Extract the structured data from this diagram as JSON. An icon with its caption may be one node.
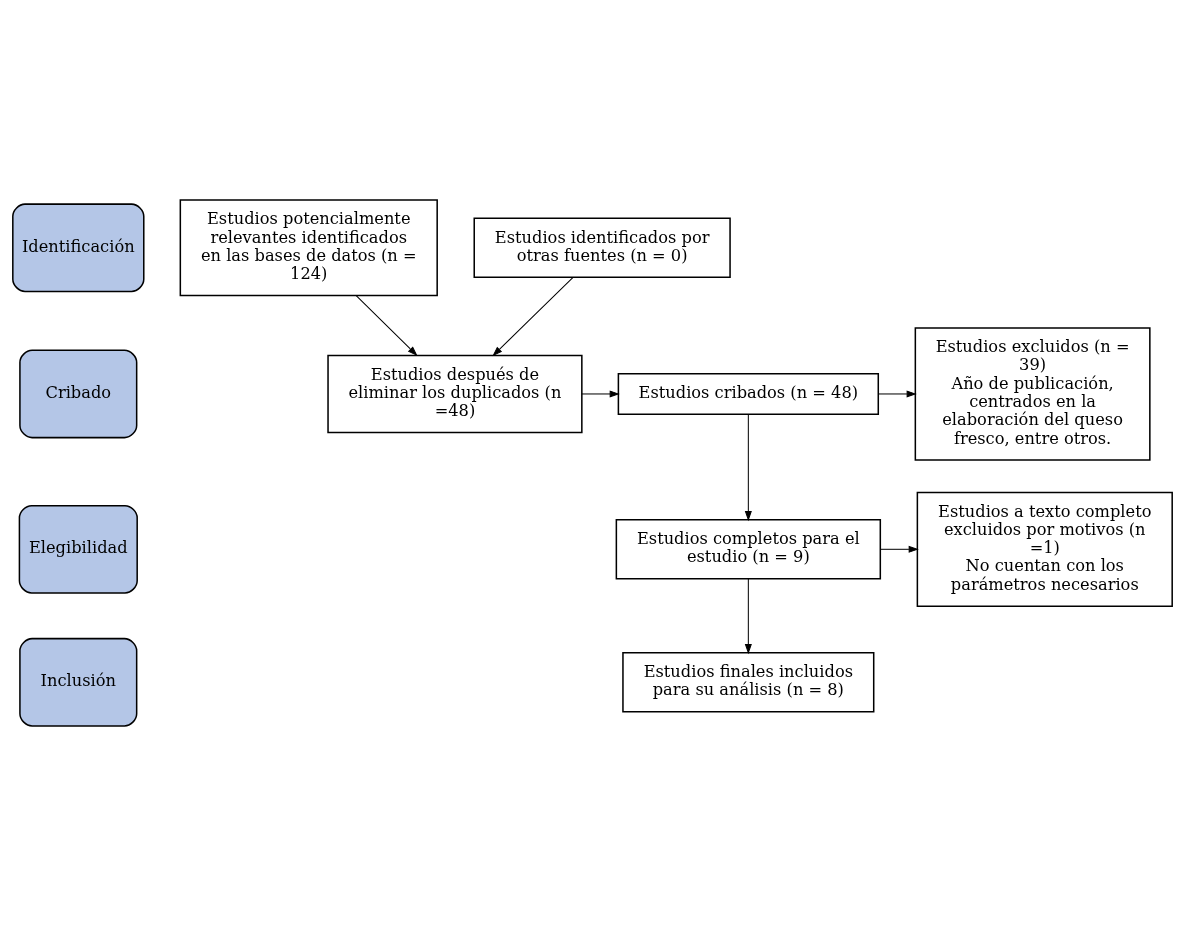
{
  "diagram": {
    "nodes": [
      {
        "text": [
          "Identificación"
        ]
      },
      {
        "text": [
          "Cribado"
        ]
      },
      {
        "text": [
          "Elegibilidad"
        ]
      },
      {
        "text": [
          "Inclusión"
        ]
      },
      {
        "text": [
          "Estudios potencialmente relevantes identificados en las bases de datos (n = 124)"
        ]
      },
      {
        "text": [
          "Estudios identificados por otras fuentes (n = 0)"
        ]
      },
      {
        "text": [
          "Estudios después de eliminar los duplicados (n =48)"
        ]
      },
      {
        "text": [
          "Estudios cribados (n = 48)"
        ]
      },
      {
        "text": [
          "Estudios excluidos (n = 39)",
          "Año de publicación, centrados en la elaboración del queso fresco, entre otros."
        ]
      },
      {
        "text": [
          "Estudios completos para el estudio (n = 9)"
        ]
      },
      {
        "text": [
          "Estudios a texto completo excluidos por motivos (n =1)",
          "No cuentan con los parámetros necesarios"
        ]
      },
      {
        "text": [
          "Estudios finales incluidos para su análisis (n = 8)"
        ]
      }
    ],
    "edges": [
      {
        "from": 4,
        "to": 6,
        "arrow": "to"
      },
      {
        "from": 5,
        "to": 6,
        "arrow": "to"
      },
      {
        "from": 6,
        "to": 7,
        "arrow": "to"
      },
      {
        "from": 7,
        "to": 8,
        "arrow": "to"
      },
      {
        "from": 7,
        "to": 9,
        "arrow": "to"
      },
      {
        "from": 9,
        "to": 10,
        "arrow": "to"
      },
      {
        "from": 9,
        "to": 11,
        "arrow": "to"
      }
    ]
  }
}
